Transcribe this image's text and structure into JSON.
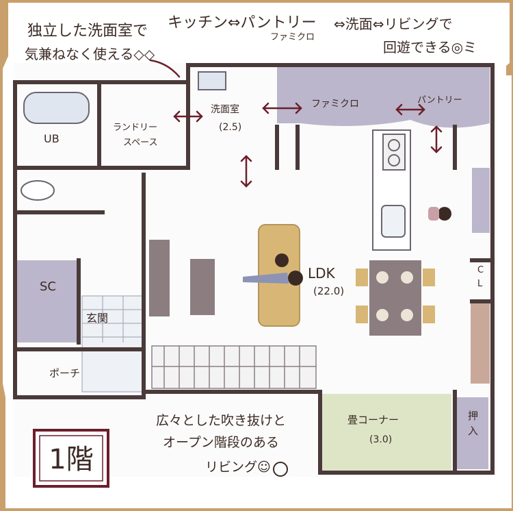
{
  "annotations": {
    "top_left": [
      "独立した洗面室で",
      "気兼ねなく使える◇◇"
    ],
    "top_right_line1": "キッチン⇔パントリー",
    "top_right_line2": "ファミクロ",
    "top_right_line3": "⇔洗面⇔リビングで",
    "top_right_line4": "回遊できる◎ミ",
    "bottom": [
      "広々とした吹き抜けと",
      "オープン階段のある",
      "リビング☺"
    ]
  },
  "floor_label": "1階",
  "rooms": {
    "ub": "UB",
    "laundry": [
      "ランドリー",
      "スペース"
    ],
    "washroom": [
      "洗面室",
      "(2.5)"
    ],
    "famikuro": "ファミクロ",
    "pantry": "パントリー",
    "sc": "SC",
    "genkan": "玄関",
    "porch": "ポーチ",
    "ldk": [
      "LDK",
      "(22.0)"
    ],
    "cl": [
      "C",
      "L"
    ],
    "tatami": [
      "畳コーナー",
      "(3.0)"
    ],
    "oshiire": [
      "押",
      "入"
    ]
  },
  "colors": {
    "background": "#c9a06b",
    "wall": "#4a3a3a",
    "storage": "#bcb6cc",
    "tatami": "#dde5c6",
    "sofa": "#d8b776",
    "ink": "#3b2a24",
    "arrow": "#6b1f2a"
  }
}
